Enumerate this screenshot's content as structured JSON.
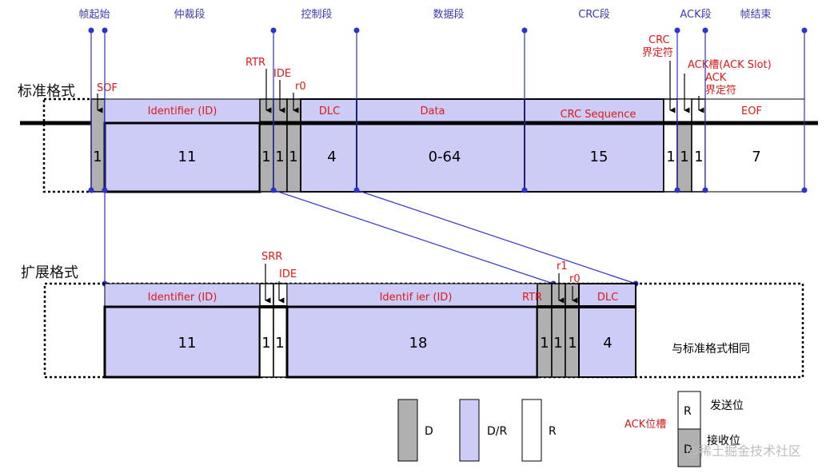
{
  "segments": {
    "sof": "帧起始",
    "arbitration": "仲裁段",
    "control": "控制段",
    "data": "数据段",
    "crc": "CRC段",
    "ack": "ACK段",
    "eof": "帧结束"
  },
  "standard": {
    "title": "标准格式",
    "sof": "SOF",
    "rtr": "RTR",
    "ide": "IDE",
    "r0": "r0",
    "crc_delim": "CRC\n界定符",
    "ack_slot": "ACK槽(ACK Slot)",
    "ack_delim": "ACK\n界定符",
    "fields": {
      "identifier": "Identifier (ID)",
      "dlc": "DLC",
      "data": "Data",
      "crc_seq": "CRC Sequence",
      "eof": "EOF"
    },
    "bits": {
      "sof": "1",
      "id": "11",
      "rtr": "1",
      "ide": "1",
      "r0": "1",
      "dlc": "4",
      "data": "0-64",
      "crc": "15",
      "crc_delim": "1",
      "ack": "1",
      "ack_delim": "1",
      "eof": "7"
    }
  },
  "extended": {
    "title": "扩展格式",
    "srr": "SRR",
    "ide": "IDE",
    "r1": "r1",
    "r0": "r0",
    "rtr": "RTR",
    "fields": {
      "identifier_a": "Identifier (ID)",
      "identifier_b": "Identif ier (ID)",
      "dlc": "DLC"
    },
    "bits": {
      "id_a": "11",
      "srr": "1",
      "ide": "1",
      "id_b": "18",
      "rtr": "1",
      "r1": "1",
      "r0": "1",
      "dlc": "4"
    },
    "same_as_standard": "与标准格式相同"
  },
  "legend": {
    "d": "D",
    "dr": "D/R",
    "r": "R",
    "ack_slot": "ACK位槽",
    "send_label": "R",
    "send_text": "发送位",
    "recv_label": "D",
    "recv_text": "接收位"
  },
  "watermark": "@稀土掘金技术社区",
  "colors": {
    "dominant": "#b0b0b0",
    "recessive_dominant": "#ccccf7",
    "recessive": "#ffffff",
    "segment_label": "#3b3bb0",
    "annotation": "#e01818",
    "marker": "#2d33c8"
  }
}
